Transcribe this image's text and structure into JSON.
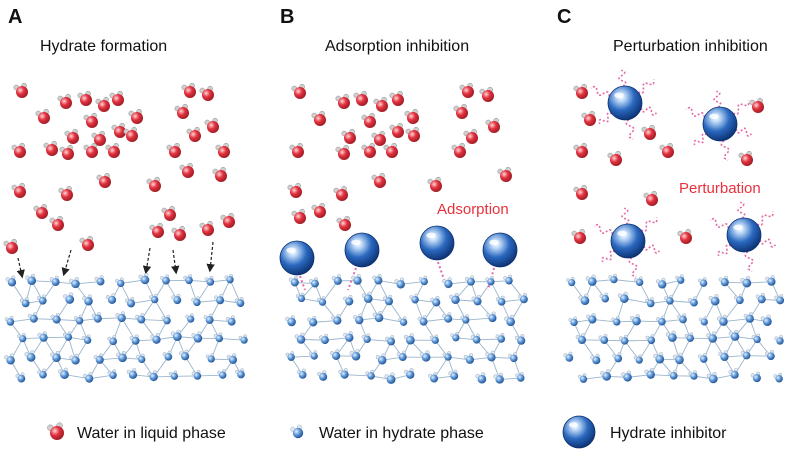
{
  "panels": [
    {
      "letter": "A",
      "title": "Hydrate formation"
    },
    {
      "letter": "B",
      "title": "Adsorption inhibition",
      "annotation": "Adsorption"
    },
    {
      "letter": "C",
      "title": "Perturbation inhibition",
      "annotation": "Perturbation"
    }
  ],
  "legend": {
    "liquid_water": "Water in liquid phase",
    "hydrate_water": "Water in hydrate phase",
    "inhibitor": "Hydrate inhibitor"
  },
  "colors": {
    "liquid_water": "#e33340",
    "hydrate_water": "#3f7cc4",
    "inhibitor": "#1e5fb4",
    "hydrogen": "#cfcfcf",
    "network_line": "#9cb6cc",
    "pink_link": "#e36aa8",
    "annotation": "#e8313c"
  },
  "icons": {
    "liquid_water": "red-water-molecule-icon",
    "hydrate_water": "blue-water-molecule-icon",
    "inhibitor": "blue-sphere-icon"
  }
}
